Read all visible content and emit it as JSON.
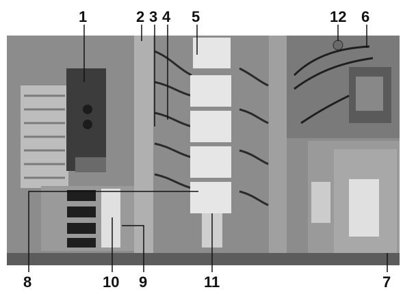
{
  "figure": {
    "callouts": {
      "c1": "1",
      "c2": "2",
      "c3": "3",
      "c4": "4",
      "c5": "5",
      "c12": "12",
      "c6": "6",
      "c8": "8",
      "c10": "10",
      "c9": "9",
      "c11": "11",
      "c7": "7"
    },
    "colors": {
      "panel": "#8c8c8c",
      "panel_dark": "#4a4a4a",
      "breaker": "#e6e6e6",
      "transformer": "#5a5a5a",
      "cover": "#a8a8a8",
      "label_ink": "#111111",
      "leader": "#111111"
    }
  }
}
